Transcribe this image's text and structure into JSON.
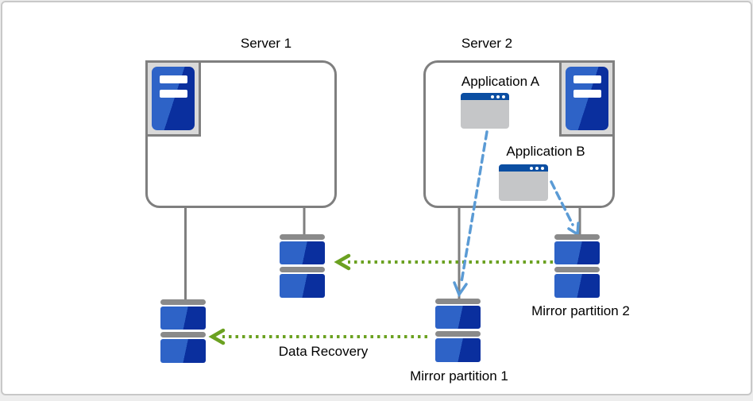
{
  "diagram": {
    "server1": {
      "label": "Server 1"
    },
    "server2": {
      "label": "Server 2",
      "applications": [
        {
          "label": "Application A"
        },
        {
          "label": "Application B"
        }
      ]
    },
    "partitions": {
      "mirror1_label": "Mirror partition 1",
      "mirror2_label": "Mirror partition 2"
    },
    "arrows": {
      "data_recovery_label": "Data Recovery"
    }
  },
  "icons": {
    "server_tower": "server-tower-icon",
    "app_window": "app-window-icon",
    "disk_partition": "disk-partition-icon"
  },
  "colors": {
    "page-bg": "#EDEDED",
    "canvas-bg": "#FFFFFF",
    "frame-border": "#C8C8C8",
    "outline-gray": "#7F7F7F",
    "icon-box-bg": "#D9D9D9",
    "icon-box-border": "#808080",
    "blue-light": "#2E63C7",
    "blue-dark": "#0A2F9E",
    "titlebar-blue": "#0B4EA2",
    "window-body": "#C5C6C8",
    "disk-bar": "#8A8A8A",
    "green-arrow": "#6BA121",
    "blue-arrow": "#5B9BD5",
    "text": "#000000"
  }
}
